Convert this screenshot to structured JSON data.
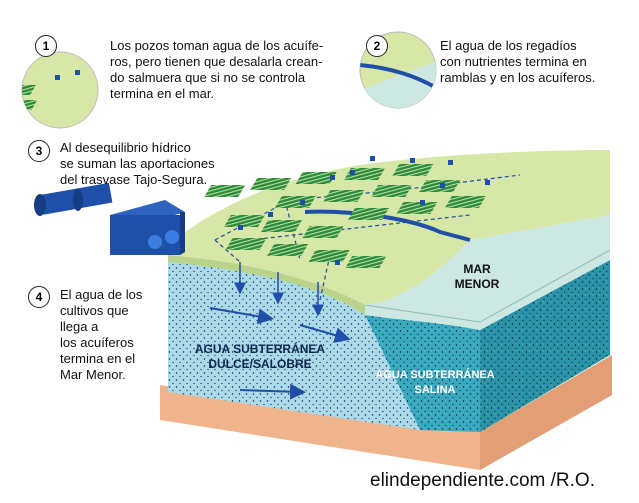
{
  "callouts": [
    {
      "number": "1",
      "text": "Los pozos toman agua de los acuífe-\nros, pero tienen que desalarla crean-\ndo salmuera que si no se controla\ntermina en el mar."
    },
    {
      "number": "2",
      "text": "El agua de los regadíos\ncon nutrientes termina en\nramblas y en los acuíferos."
    },
    {
      "number": "3",
      "text": "Al desequilibrio hídrico\nse suman las aportaciones\ndel trasvase Tajo-Segura."
    },
    {
      "number": "4",
      "text": "El agua de los\ncultivos que\nllega a\nlos acuíferos\ntermina en el\nMar Menor."
    }
  ],
  "labels": {
    "mar_menor": "MAR\nMENOR",
    "agua_dulce": "AGUA SUBTERRÁNEA\nDULCE/SALOBRE",
    "agua_salina": "AGUA SUBTERRÁNEA\nSALINA"
  },
  "credit": "elindependiente.com /R.O.",
  "colors": {
    "land": "#d6e7a8",
    "field": "#2e8b3e",
    "pipe": "#1f4fa8",
    "sea": "#cde7e2",
    "fresh_aquifer": "#a9d9ea",
    "saline_aquifer": "#39a9bf",
    "sediment": "#f0b48c"
  }
}
